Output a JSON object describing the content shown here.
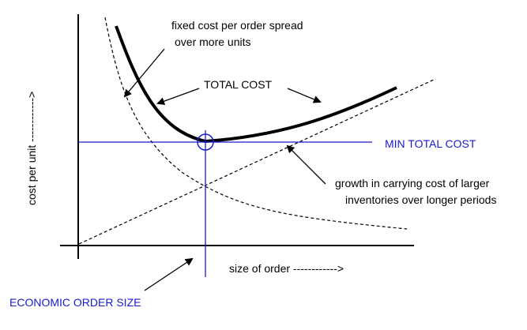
{
  "diagram": {
    "colors": {
      "curve": "#000000",
      "guide": "#1a1acc",
      "axis": "#000000"
    },
    "axes": {
      "y_label": "cost per unit ------------>",
      "x_label": "size of order ------------>"
    },
    "annotations": {
      "fixed_cost_line1": "fixed cost per order spread",
      "fixed_cost_line2": "over more units",
      "total_cost": "TOTAL COST",
      "min_total_cost": "MIN TOTAL COST",
      "carrying_line1": "growth in carrying cost of larger",
      "carrying_line2": "inventories over longer periods",
      "economic_order_size": "ECONOMIC ORDER SIZE"
    }
  }
}
